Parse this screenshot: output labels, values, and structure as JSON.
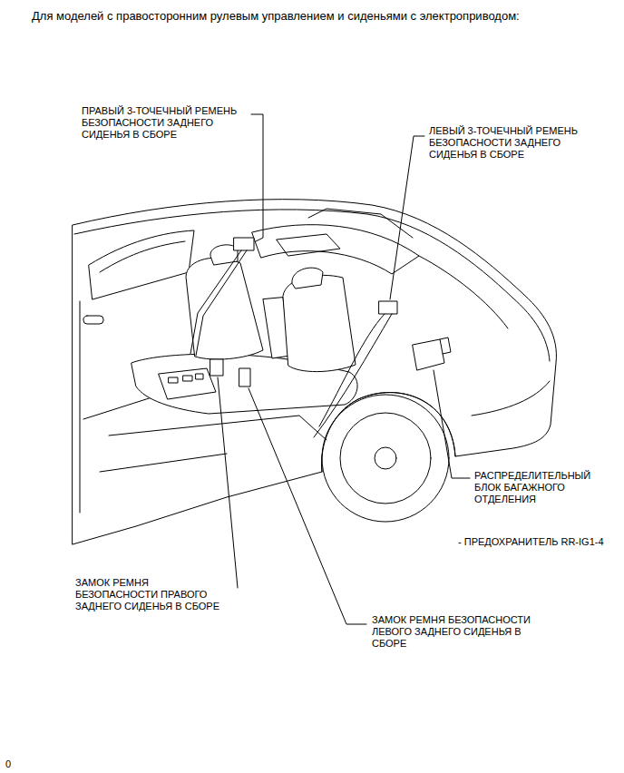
{
  "diagram": {
    "title": "Для моделей с правосторонним рулевым управлением и сиденьями с электроприводом:",
    "labels": [
      "ПРАВЫЙ 3-ТОЧЕЧНЫЙ РЕМЕНЬ БЕЗОПАСНОСТИ ЗАДНЕГО СИДЕНЬЯ В СБОРЕ",
      "ЛЕВЫЙ 3-ТОЧЕЧНЫЙ РЕМЕНЬ БЕЗОПАСНОСТИ ЗАДНЕГО СИДЕНЬЯ В СБОРЕ",
      "РАСПРЕДЕЛИТЕЛЬНЫЙ БЛОК БАГАЖНОГО ОТДЕЛЕНИЯ",
      "- ПРЕДОХРАНИТЕЛЬ RR-IG1-4",
      "ЗАМОК РЕМНЯ БЕЗОПАСНОСТИ ПРАВОГО ЗАДНЕГО СИДЕНЬЯ В СБОРЕ",
      "ЗАМОК РЕМНЯ БЕЗОПАСНОСТИ ЛЕВОГО ЗАДНЕГО СИДЕНЬЯ В СБОРЕ",
      "0"
    ]
  }
}
